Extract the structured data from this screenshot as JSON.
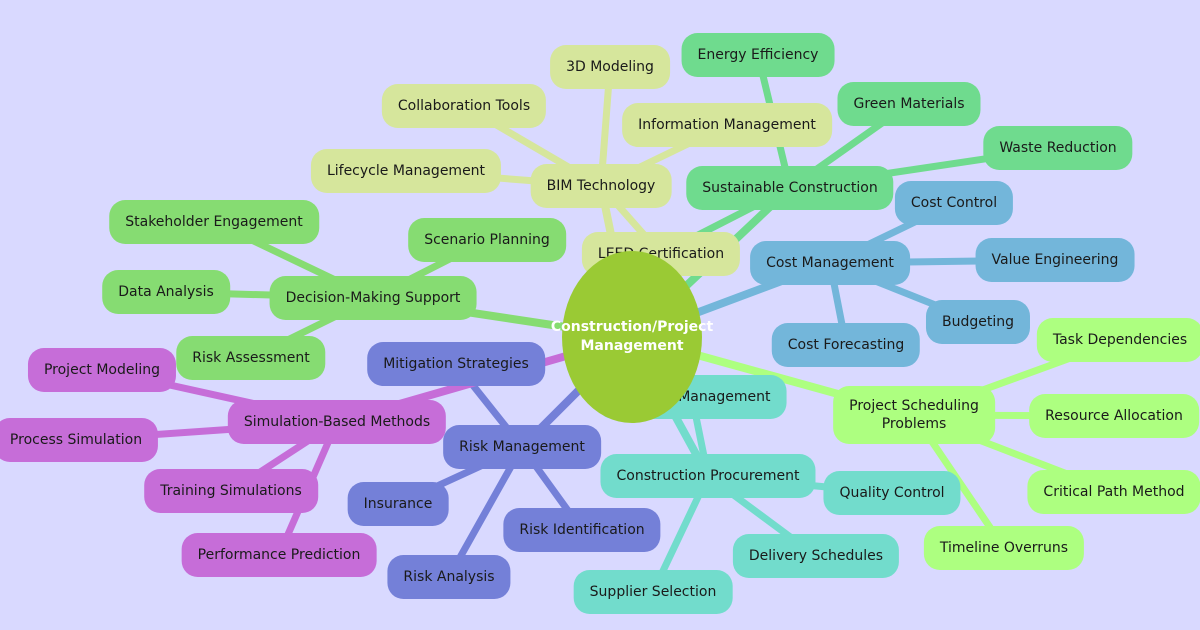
{
  "root": {
    "label": "Construction/Project\nManagement"
  },
  "colors": {
    "background": "#d9d9ff",
    "root": "#9aca34",
    "bim": "#d6e69c",
    "sustainable": "#6fdb8e",
    "cost": "#73b6da",
    "scheduling": "#adff80",
    "procurement": "#72dccc",
    "risk": "#7480d8",
    "simulation": "#c66dd8",
    "decision": "#86dc72"
  },
  "branches": [
    {
      "id": "bim",
      "label": "BIM Technology",
      "color": "#d6e69c",
      "line": "#d6e69c",
      "children": [
        "3D Modeling",
        "Collaboration Tools",
        "Information Management",
        "Lifecycle Management",
        "LEED Certification"
      ]
    },
    {
      "id": "sustainable",
      "label": "Sustainable Construction",
      "color": "#6fdb8e",
      "line": "#6fdb8e",
      "children": [
        "Energy Efficiency",
        "Green Materials",
        "Waste Reduction"
      ]
    },
    {
      "id": "cost",
      "label": "Cost Management",
      "color": "#73b6da",
      "line": "#73b6da",
      "children": [
        "Cost Control",
        "Value Engineering",
        "Budgeting",
        "Cost Forecasting"
      ]
    },
    {
      "id": "scheduling",
      "label": "Project Scheduling\nProblems",
      "color": "#adff80",
      "line": "#adff80",
      "children": [
        "Task Dependencies",
        "Resource Allocation",
        "Critical Path Method",
        "Timeline Overruns"
      ]
    },
    {
      "id": "procurement",
      "label": "Construction Procurement",
      "color": "#72dccc",
      "line": "#72dccc",
      "children": [
        "Contract Management",
        "Quality Control",
        "Delivery Schedules",
        "Supplier Selection"
      ]
    },
    {
      "id": "risk",
      "label": "Risk Management",
      "color": "#7480d8",
      "line": "#7480d8",
      "children": [
        "Mitigation Strategies",
        "Insurance",
        "Risk Identification",
        "Risk Analysis"
      ]
    },
    {
      "id": "simulation",
      "label": "Simulation-Based Methods",
      "color": "#c66dd8",
      "line": "#c66dd8",
      "children": [
        "Project Modeling",
        "Process Simulation",
        "Training Simulations",
        "Performance Prediction"
      ]
    },
    {
      "id": "decision",
      "label": "Decision-Making Support",
      "color": "#86dc72",
      "line": "#86dc72",
      "children": [
        "Stakeholder Engagement",
        "Scenario Planning",
        "Data Analysis",
        "Risk Assessment"
      ]
    }
  ]
}
